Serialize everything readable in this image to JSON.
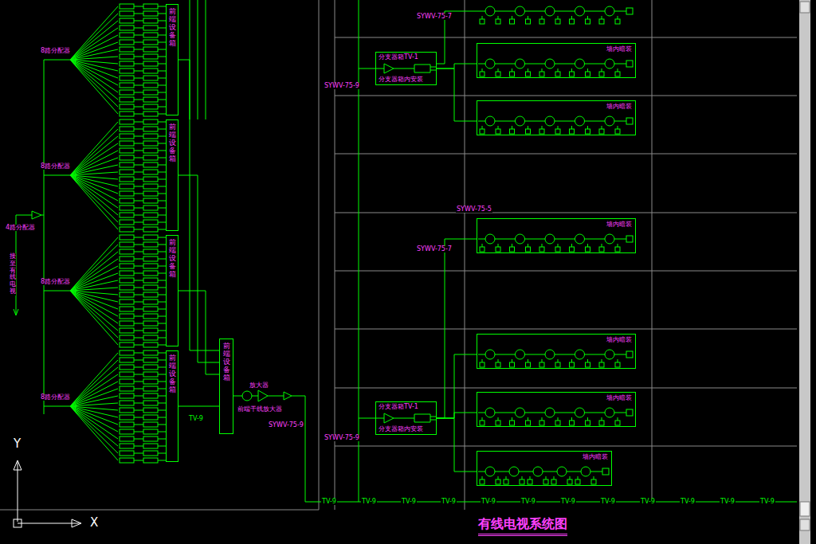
{
  "diagram": {
    "title": "有线电视系统图",
    "nodes": [
      {
        "text": [
          "前端设备箱"
        ]
      },
      {
        "text": [
          "前端设备箱"
        ]
      },
      {
        "text": [
          "前端设备箱"
        ]
      },
      {
        "text": [
          "前端设备箱"
        ]
      },
      {
        "text": [
          "前端设备箱"
        ]
      },
      {
        "text": [
          "分支器箱TV-1",
          "分支器箱内安装"
        ]
      },
      {
        "text": [
          "墙内暗装"
        ]
      },
      {
        "text": [
          "墙内暗装"
        ]
      },
      {
        "text": [
          "墙内暗装"
        ]
      },
      {
        "text": [
          "分支器箱TV-1",
          "分支器箱内安装"
        ]
      },
      {
        "text": [
          "墙内暗装"
        ]
      },
      {
        "text": [
          "墙内暗装"
        ]
      },
      {
        "text": [
          "墙内暗装"
        ]
      }
    ],
    "edges": [
      {
        "from": 0,
        "to": 4,
        "arrow": "none"
      },
      {
        "from": 1,
        "to": 4,
        "arrow": "none"
      },
      {
        "from": 2,
        "to": 4,
        "arrow": "none"
      },
      {
        "from": 3,
        "to": 4,
        "arrow": "none"
      },
      {
        "from": 5,
        "to": 6,
        "arrow": "none"
      },
      {
        "from": 5,
        "to": 7,
        "arrow": "none"
      },
      {
        "from": 9,
        "to": 8,
        "arrow": "none"
      },
      {
        "from": 9,
        "to": 10,
        "arrow": "none"
      },
      {
        "from": 9,
        "to": 11,
        "arrow": "none"
      },
      {
        "from": 9,
        "to": 12,
        "arrow": "none"
      }
    ],
    "labels": [
      "接至有线电视",
      "4路分配器",
      "8路分配器",
      "8路分配器",
      "8路分配器",
      "8路分配器",
      "放大器",
      "前端干线放大器",
      "SYWV-75-9",
      "SYWV-75-9",
      "SYWV-75-9",
      "SYWV-75-7",
      "SYWV-75-7",
      "SYWV-75-5",
      "TV-9",
      "TV-9",
      "TV-9",
      "TV-9",
      "TV-9",
      "TV-9",
      "TV-9",
      "TV-9",
      "TV-9",
      "TV-9",
      "TV-9",
      "TV-9",
      "TV-9",
      "Y",
      "X"
    ]
  }
}
